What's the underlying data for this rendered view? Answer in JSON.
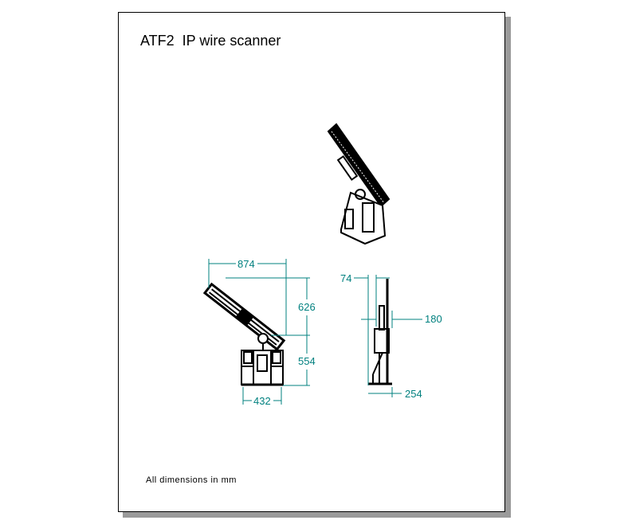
{
  "title": "ATF2  IP wire scanner",
  "note": "All dimensions in mm",
  "colors": {
    "dimension": "#00807f",
    "drawing": "#000000"
  },
  "dimensions": {
    "front_width": "874",
    "upper_height": "626",
    "lower_height": "554",
    "base_width": "432",
    "side_offset": "74",
    "side_depth": "180",
    "side_base": "254"
  }
}
